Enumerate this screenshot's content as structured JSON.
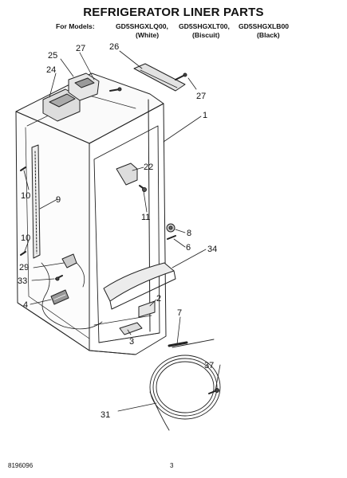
{
  "title": "REFRIGERATOR LINER PARTS",
  "models": {
    "label": "For Models:",
    "list": [
      {
        "code": "GD5SHGXLQ00,",
        "color": "(White)"
      },
      {
        "code": "GD5SHGXLT00,",
        "color": "(Biscuit)"
      },
      {
        "code": "GD5SHGXLB00",
        "color": "(Black)"
      }
    ]
  },
  "callouts": {
    "c25": "25",
    "c27a": "27",
    "c26": "26",
    "c27b": "27",
    "c24": "24",
    "c1": "1",
    "c22": "22",
    "c10a": "10",
    "c11": "11",
    "c9": "9",
    "c8": "8",
    "c6": "6",
    "c10b": "10",
    "c34": "34",
    "c29": "29",
    "c33": "33",
    "c2": "2",
    "c4": "4",
    "c7": "7",
    "c3": "3",
    "c37": "37",
    "c31": "31"
  },
  "footer": {
    "doc_number": "8196096",
    "page_number": "3"
  }
}
